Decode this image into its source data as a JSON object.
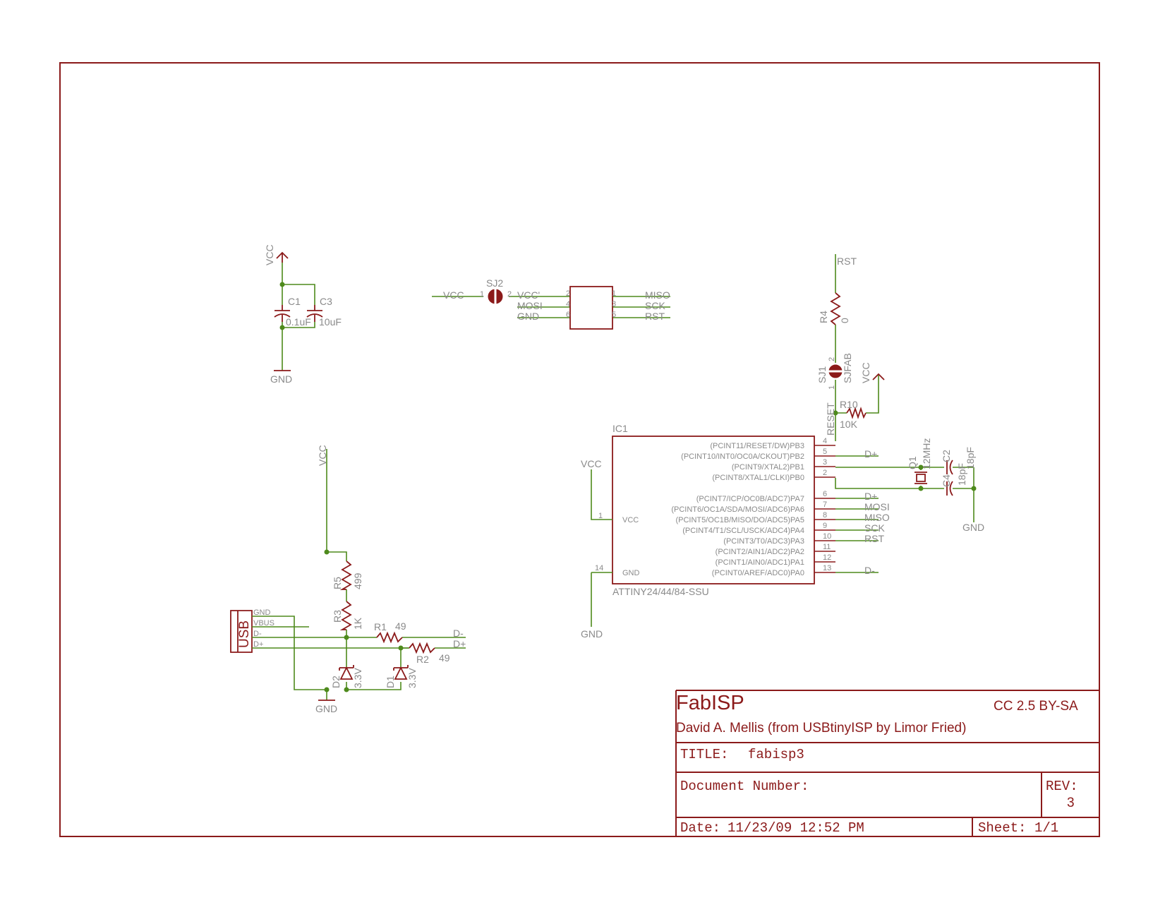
{
  "colors": {
    "frame": "#8b1a1a",
    "wire": "#4e8a1c",
    "label": "#8a8a8a"
  },
  "title_block": {
    "project": "FabISP",
    "license": "CC 2.5 BY-SA",
    "author": "David A. Mellis (from USBtinyISP by Limor Fried)",
    "title_label": "TITLE:",
    "title_value": "fabisp3",
    "doc_number_label": "Document Number:",
    "rev_label": "REV:",
    "rev_value": "3",
    "date_label": "Date:",
    "date_value": "11/23/09 12:52 PM",
    "sheet_label": "Sheet:",
    "sheet_value": "1/1"
  },
  "power_section": {
    "vcc": "VCC",
    "gnd": "GND",
    "c1_name": "C1",
    "c1_value": "0.1uF",
    "c3_name": "C3",
    "c3_value": "10uF"
  },
  "isp_header": {
    "vcc": "VCC",
    "sj2": "SJ2",
    "sj2_pin1": "1",
    "sj2_pin2": "2",
    "left_signals": [
      "VCC'",
      "MOSI",
      "GND"
    ],
    "left_pins": [
      "2",
      "4",
      "6"
    ],
    "right_signals": [
      "MISO",
      "SCK",
      "RST"
    ],
    "right_pins": [
      "1",
      "3",
      "5"
    ]
  },
  "reset_section": {
    "rst": "RST",
    "r4_name": "R4",
    "r4_value": "0",
    "sj1_name": "SJ1",
    "sj1_value": "SJFAB",
    "sj1_pin2": "2",
    "sj1_pin1": "1",
    "vcc": "VCC",
    "r10_name": "R10",
    "r10_value": "10K",
    "reset_net": "RESET"
  },
  "ic1": {
    "name": "IC1",
    "part": "ATTINY24/44/84-SSU",
    "vcc_net": "VCC",
    "vcc_pin_label": "VCC",
    "vcc_pin": "1",
    "gnd_net": "GND",
    "gnd_pin_label": "GND",
    "gnd_pin": "14",
    "pins": [
      {
        "label": "(PCINT11/RESET/DW)PB3",
        "num": "4",
        "net": ""
      },
      {
        "label": "(PCINT10/INT0/OC0A/CKOUT)PB2",
        "num": "5",
        "net": "D+"
      },
      {
        "label": "(PCINT9/XTAL2)PB1",
        "num": "3",
        "net": ""
      },
      {
        "label": "(PCINT8/XTAL1/CLKI)PB0",
        "num": "2",
        "net": ""
      },
      {
        "label": "(PCINT7/ICP/OC0B/ADC7)PA7",
        "num": "6",
        "net": "D+"
      },
      {
        "label": "(PCINT6/OC1A/SDA/MOSI/ADC6)PA6",
        "num": "7",
        "net": "MOSI"
      },
      {
        "label": "(PCINT5/OC1B/MISO/DO/ADC5)PA5",
        "num": "8",
        "net": "MISO"
      },
      {
        "label": "(PCINT4/T1/SCL/USCK/ADC4)PA4",
        "num": "9",
        "net": "SCK"
      },
      {
        "label": "(PCINT3/T0/ADC3)PA3",
        "num": "10",
        "net": "RST"
      },
      {
        "label": "(PCINT2/AIN1/ADC2)PA2",
        "num": "11",
        "net": ""
      },
      {
        "label": "(PCINT1/AIN0/ADC1)PA1",
        "num": "12",
        "net": ""
      },
      {
        "label": "(PCINT0/AREF/ADC0)PA0",
        "num": "13",
        "net": "D-"
      }
    ]
  },
  "crystal_section": {
    "q1_name": "Q1",
    "q1_value": "12MHz",
    "c2_name": "C2",
    "c2_value": "18pF",
    "c4_name": "C4",
    "c4_value": "18pF",
    "gnd": "GND"
  },
  "usb_section": {
    "connector": "USB",
    "pins": [
      "GND",
      "VBUS",
      "D-",
      "D+"
    ],
    "vcc": "VCC",
    "gnd": "GND",
    "r5_name": "R5",
    "r5_value": "499",
    "r3_name": "R3",
    "r3_value": "1K",
    "r1_name": "R1",
    "r1_value": "49",
    "r2_name": "R2",
    "r2_value": "49",
    "d2_name": "D2",
    "d2_value": "3.3V",
    "d1_name": "D1",
    "d1_value": "3.3V",
    "net_dminus": "D-",
    "net_dplus": "D+"
  }
}
